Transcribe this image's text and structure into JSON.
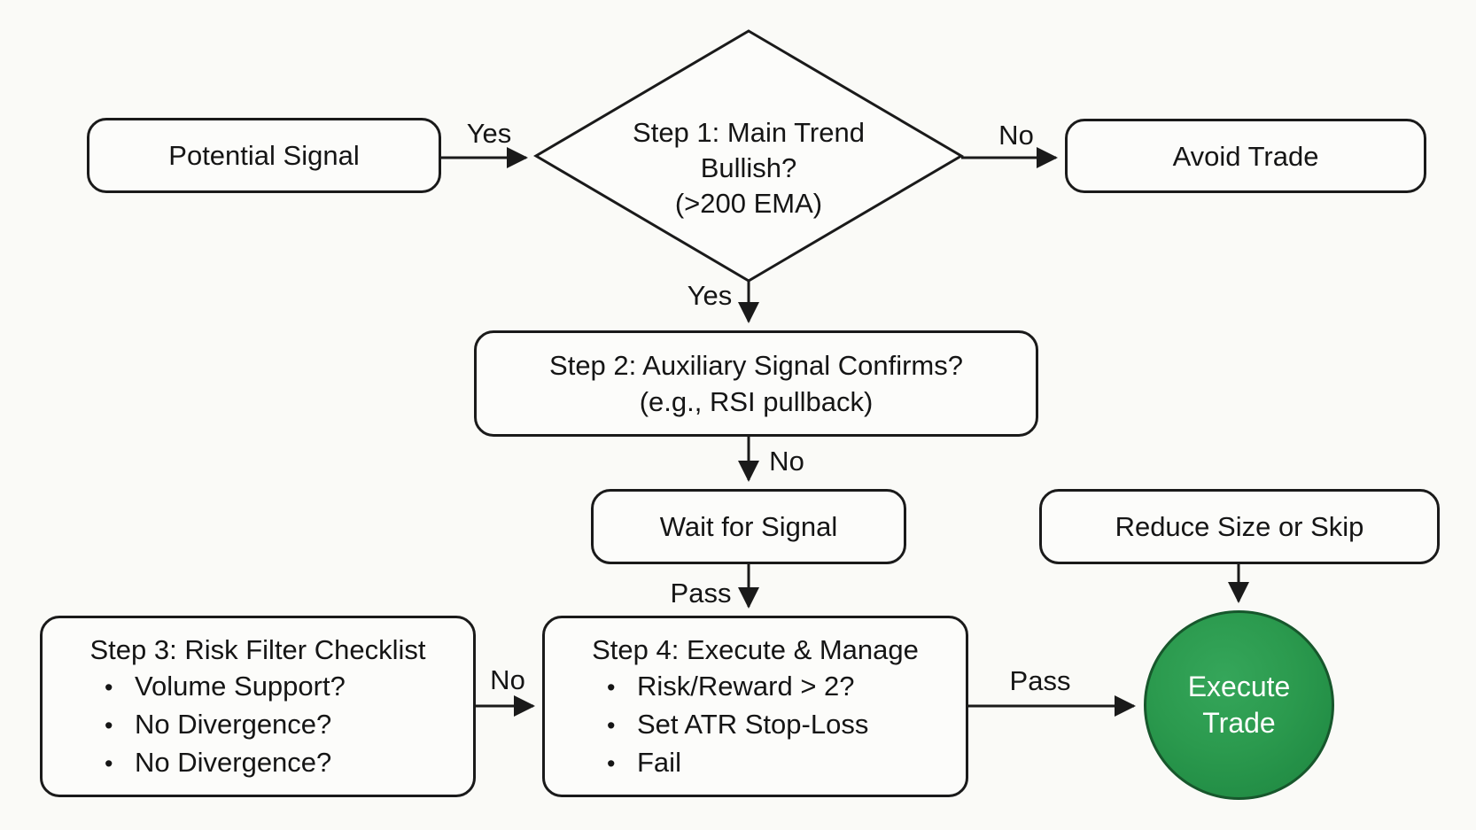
{
  "canvas": {
    "background": "#fafaf7",
    "line_color": "#1a1a1a",
    "node_fill": "#fcfcfa",
    "terminal_fill": "#2a9a4e",
    "terminal_border": "#17572c",
    "terminal_text_color": "#ffffff"
  },
  "nodes": {
    "potential_signal": {
      "label": "Potential Signal"
    },
    "step1_decision": {
      "label": "Step 1: Main Trend\nBullish?\n(>200 EMA)"
    },
    "avoid_trade": {
      "label": "Avoid Trade"
    },
    "step2": {
      "label": "Step 2: Auxiliary Signal Confirms?\n(e.g., RSI pullback)"
    },
    "wait_for_signal": {
      "label": "Wait for Signal"
    },
    "reduce_size_or_skip": {
      "label": "Reduce Size or Skip"
    },
    "step3": {
      "title": "Step 3: Risk Filter Checklist",
      "bullet_char": "•",
      "items": [
        "Volume Support?",
        "No Divergence?",
        "No Divergence?"
      ]
    },
    "step4": {
      "title": "Step 4: Execute & Manage",
      "bullet_char": "•",
      "items": [
        "Risk/Reward > 2?",
        "Set ATR Stop-Loss",
        "Fail"
      ]
    },
    "execute_trade": {
      "label": "Execute\nTrade"
    }
  },
  "edge_labels": {
    "signal_to_step1": "Yes",
    "step1_to_avoid": "No",
    "step1_to_step2": "Yes",
    "step2_to_wait": "No",
    "wait_to_step4": "Pass",
    "step3_to_step4": "No",
    "step4_to_execute": "Pass"
  }
}
